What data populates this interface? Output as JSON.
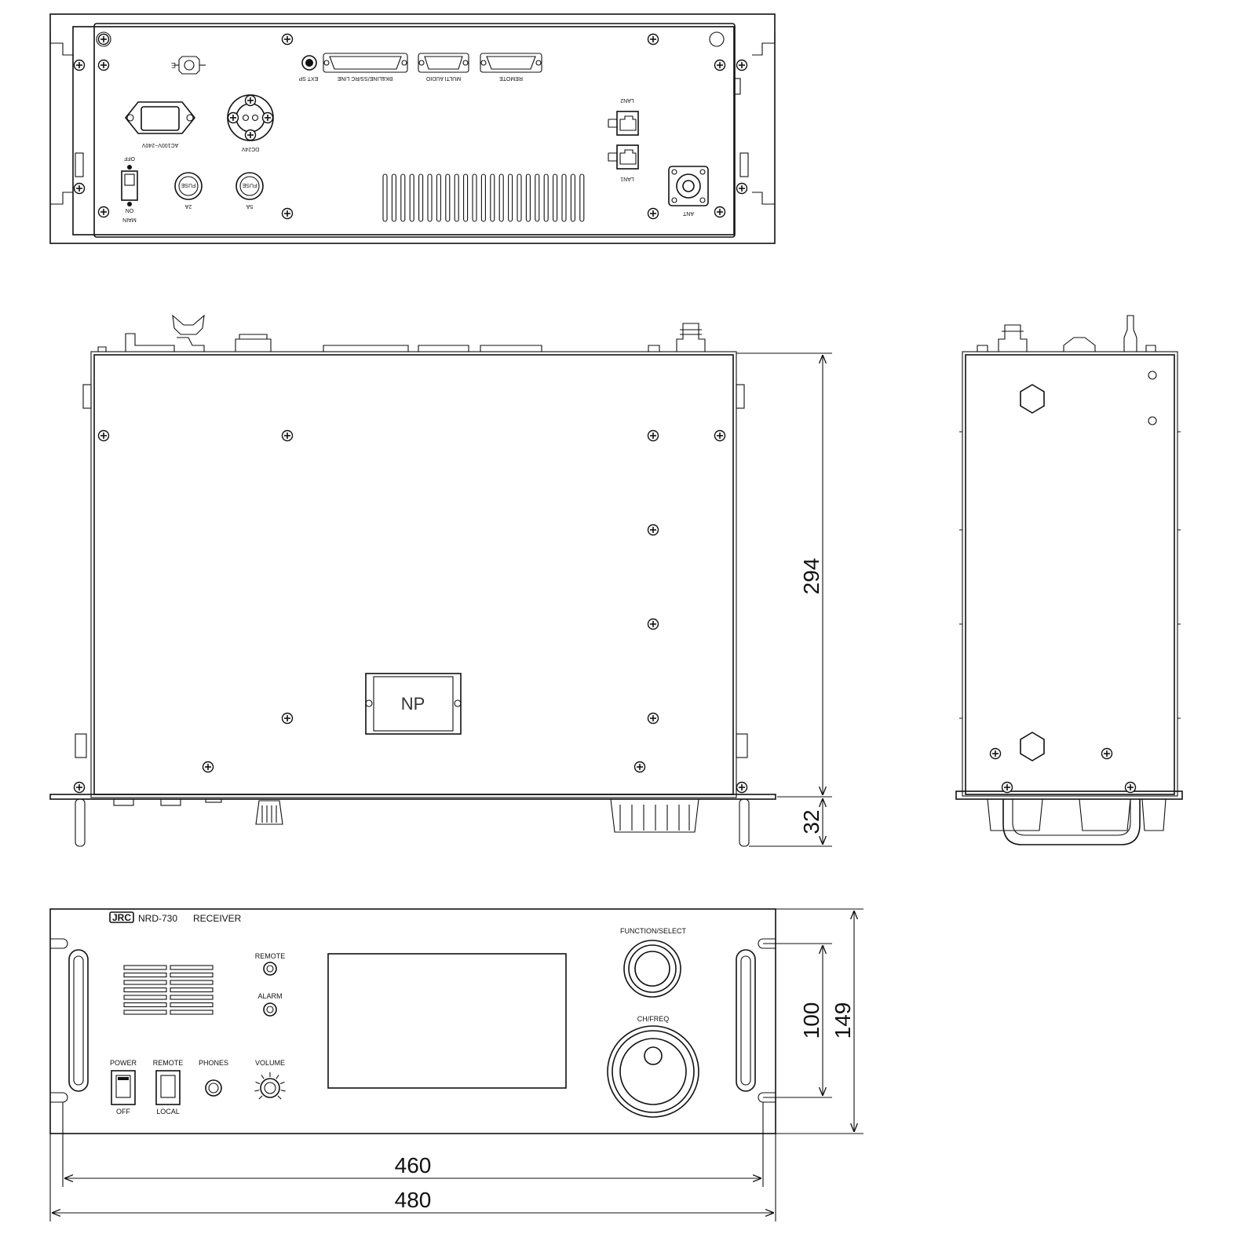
{
  "front_panel": {
    "brand": "JRC",
    "model": "NRD-730",
    "product": "RECEIVER",
    "labels": {
      "remote_led": "REMOTE",
      "alarm_led": "ALARM",
      "power": "POWER",
      "power_off": "OFF",
      "remote_switch": "REMOTE",
      "local": "LOCAL",
      "phones": "PHONES",
      "volume": "VOLUME",
      "function_select": "FUNCTION/SELECT",
      "ch_freq": "CH/FREQ"
    }
  },
  "rear_panel": {
    "labels": {
      "ground": "E",
      "ext_sp": "EXT SP",
      "line": "BK&LINE/SS/RC LINE",
      "multi_audio": "MULTI AUDIO",
      "remote": "REMOTE",
      "lan2": "LAN2",
      "lan1": "LAN1",
      "ac": "AC100V~240V",
      "dc": "DC24V",
      "main": "MAIN",
      "off": "OFF",
      "on": "ON",
      "fuse_2a": "2A",
      "fuse_5a": "5A",
      "fuse_text": "FUSE",
      "ant": "ANT"
    }
  },
  "top_view": {
    "nameplate": "NP"
  },
  "dimensions": {
    "depth": "294",
    "protrusion": "32",
    "panel_height_inner": "100",
    "panel_height": "149",
    "body_width": "460",
    "panel_width": "480"
  }
}
